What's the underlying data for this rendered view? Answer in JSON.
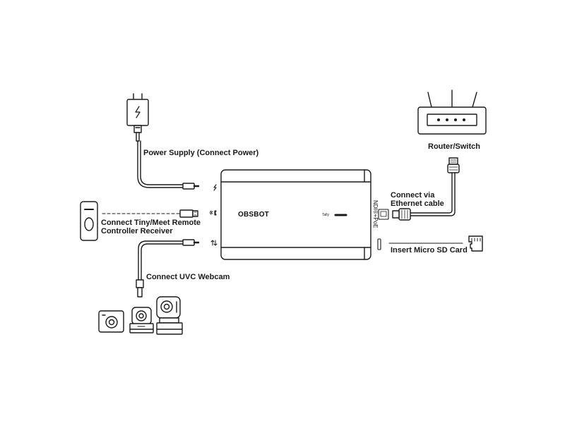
{
  "labels": {
    "power_supply": "Power Supply (Connect Power)",
    "remote_receiver_line1": "Connect Tiny/Meet Remote",
    "remote_receiver_line2": "Controller Receiver",
    "uvc_webcam": "Connect  UVC Webcam",
    "router_switch": "Router/Switch",
    "ethernet_line1": "Connect via",
    "ethernet_line2": "Ethernet cable",
    "micro_sd": "Insert Micro SD Card"
  },
  "device": {
    "brand": "OBSBOT",
    "tally": "Tally",
    "port_label": "NDI®+PoE"
  },
  "colors": {
    "stroke": "#1a1a1a",
    "background": "#ffffff"
  }
}
